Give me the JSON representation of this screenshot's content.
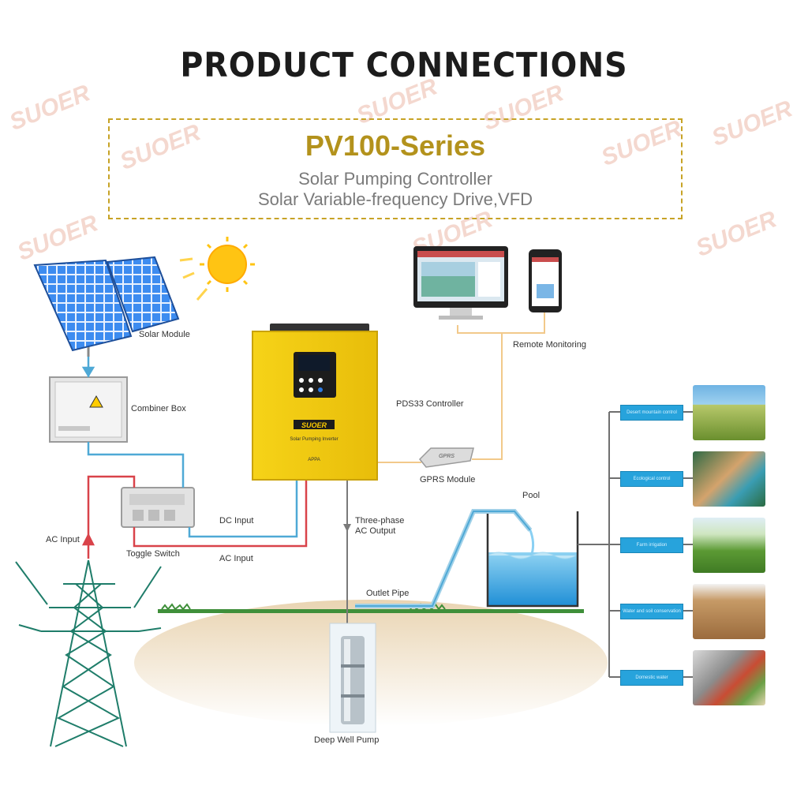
{
  "watermark": "SUOER",
  "title": "PRODUCT CONNECTIONS",
  "series": {
    "name": "PV100-Series",
    "line1": "Solar Pumping Controller",
    "line2": "Solar Variable-frequency Drive,VFD"
  },
  "labels": {
    "solar_module": "Solar Module",
    "combiner_box": "Combiner Box",
    "ac_input_left": "AC Input",
    "toggle_switch": "Toggle Switch",
    "dc_input": "DC Input",
    "ac_input_bottom": "AC Input",
    "controller": "PDS33 Controller",
    "gprs_module": "GPRS Module",
    "remote_monitoring": "Remote Monitoring",
    "three_phase_1": "Three-phase",
    "three_phase_2": "AC Output",
    "pool": "Pool",
    "outlet_pipe": "Outlet Pipe",
    "deep_well_pump": "Deep Well Pump"
  },
  "inverter": {
    "brand": "SUOER",
    "subtitle": "Solar Pumping Inverter",
    "model": "APPA"
  },
  "gprs_device_text": "GPRS",
  "applications": [
    "Desert mountain control",
    "Ecological control",
    "Farm irrigation",
    "Water and soil conservation",
    "Domestic water"
  ],
  "colors": {
    "title": "#1c1c1c",
    "series_gold": "#b3921c",
    "inverter_yellow": "#f3cd12",
    "dc_line": "#4fa9d6",
    "ac_line": "#d9434a",
    "signal_line": "#f2c98a",
    "app_box": "#27a3dc"
  }
}
